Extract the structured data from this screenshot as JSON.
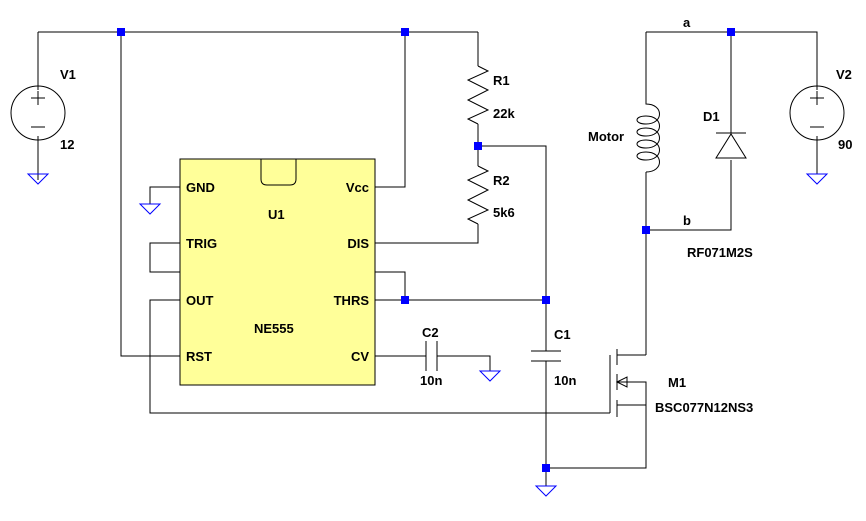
{
  "schematic": {
    "v1": {
      "name": "V1",
      "value": "12"
    },
    "v2": {
      "name": "V2",
      "value": "90"
    },
    "r1": {
      "name": "R1",
      "value": "22k"
    },
    "r2": {
      "name": "R2",
      "value": "5k6"
    },
    "c1": {
      "name": "C1",
      "value": "10n"
    },
    "c2": {
      "name": "C2",
      "value": "10n"
    },
    "d1": {
      "name": "D1",
      "value": "RF071M2S"
    },
    "m1": {
      "name": "M1",
      "value": "BSC077N12NS3"
    },
    "motor": {
      "name": "Motor"
    },
    "u1": {
      "name": "U1",
      "part": "NE555",
      "pins": {
        "gnd": "GND",
        "vcc": "Vcc",
        "trig": "TRIG",
        "dis": "DIS",
        "out": "OUT",
        "thrs": "THRS",
        "rst": "RST",
        "cv": "CV"
      }
    },
    "net_labels": {
      "a": "a",
      "b": "b"
    },
    "colors": {
      "wire": "#000000",
      "node": "#0000ff",
      "ground": "#0000ff",
      "ic_fill": "#ffff99"
    }
  }
}
